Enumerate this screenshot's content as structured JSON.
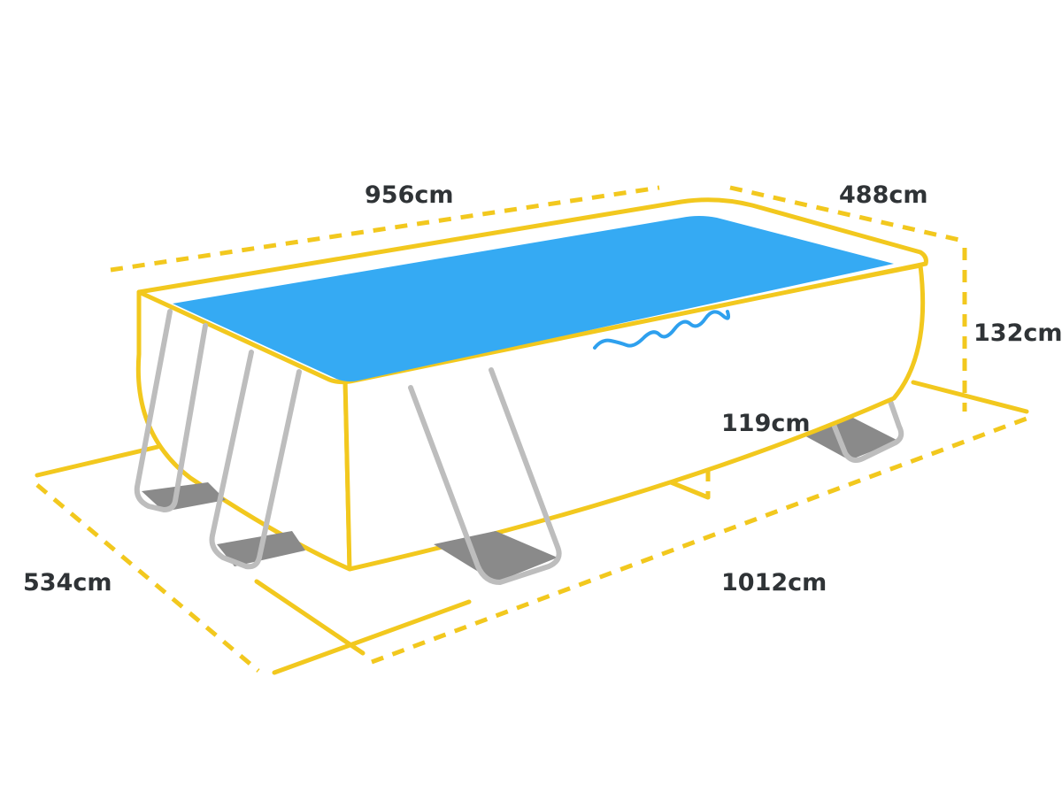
{
  "dimensions": {
    "top_length": "956cm",
    "top_width": "488cm",
    "outer_height": "132cm",
    "water_depth": "119cm",
    "base_width": "534cm",
    "base_length": "1012cm"
  },
  "colors": {
    "frame_yellow": "#f2c81e",
    "water_blue": "#35aaf3",
    "wave_blue": "#2ea0ee",
    "leg_gray": "#bdbdbd",
    "foot_gray": "#8a8a8a",
    "label_text": "#2f3336"
  }
}
